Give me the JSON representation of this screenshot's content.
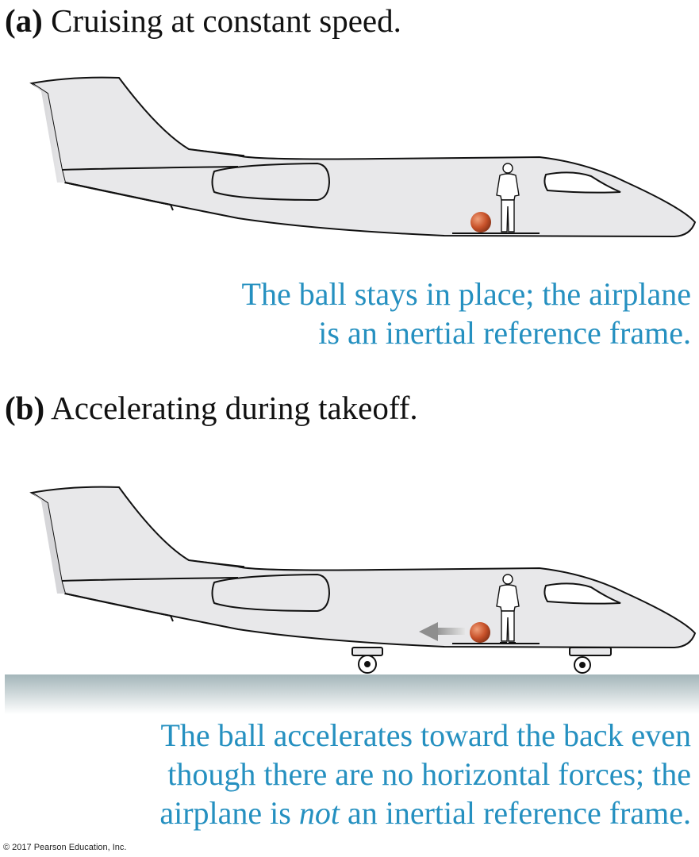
{
  "panel_a": {
    "label": "(a)",
    "title": "Cruising at constant speed.",
    "caption": [
      "The ball stays in place; the airplane",
      "is an inertial reference frame."
    ]
  },
  "panel_b": {
    "label": "(b)",
    "title": "Accelerating during takeoff.",
    "caption": [
      "The ball accelerates toward the back even",
      "though there are no horizontal forces; the",
      "airplane is ",
      "not",
      " an inertial reference frame."
    ]
  },
  "copyright": "© 2017 Pearson Education, Inc.",
  "colors": {
    "fuselage": "#e8e8ea",
    "outline": "#111111",
    "ball": "#c8522a",
    "caption": "#2590c0",
    "ground": "#a8b8bc",
    "arrow": "#9a9a9a"
  }
}
